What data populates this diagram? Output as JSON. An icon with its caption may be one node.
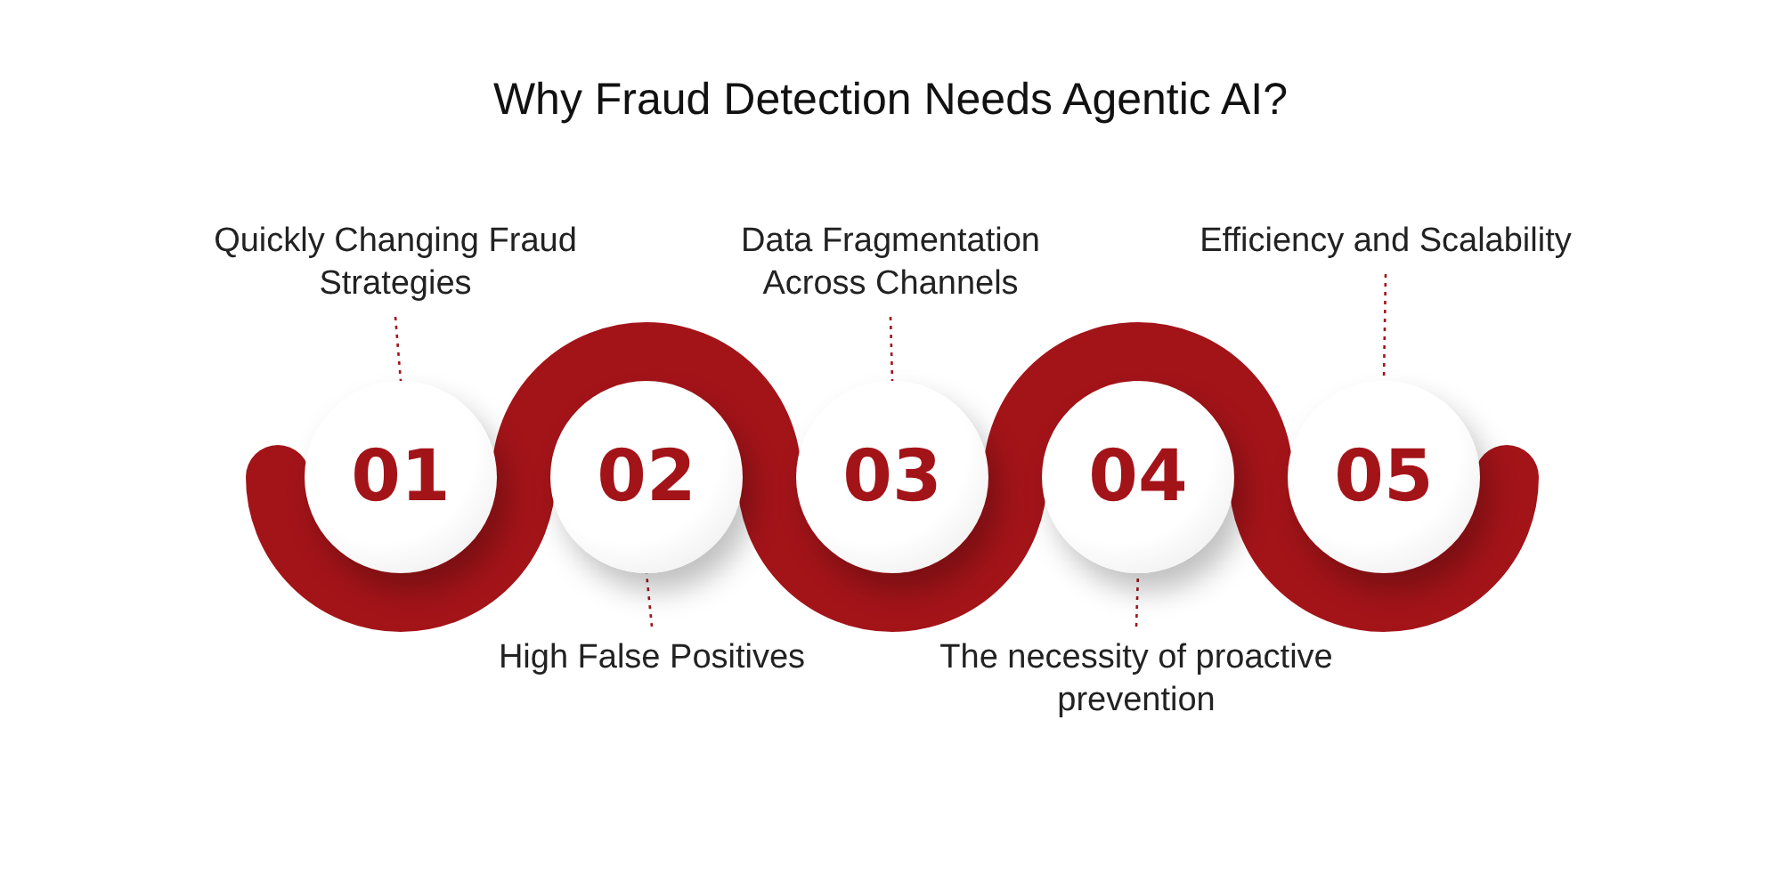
{
  "diagram": {
    "title": "Why Fraud Detection Needs Agentic AI?",
    "nodes": [
      {
        "text": [
          "01"
        ]
      },
      {
        "text": [
          "02"
        ]
      },
      {
        "text": [
          "03"
        ]
      },
      {
        "text": [
          "04"
        ]
      },
      {
        "text": [
          "05"
        ]
      },
      {
        "text": [
          "Quickly Changing Fraud Strategies"
        ]
      },
      {
        "text": [
          "High False Positives"
        ]
      },
      {
        "text": [
          "Data Fragmentation Across Channels"
        ]
      },
      {
        "text": [
          "The necessity of proactive prevention"
        ]
      },
      {
        "text": [
          "Efficiency and Scalability"
        ]
      }
    ],
    "edges": [
      {
        "from": 5,
        "to": 0,
        "arrow": "none",
        "style": "dashed"
      },
      {
        "from": 6,
        "to": 1,
        "arrow": "none",
        "style": "dashed"
      },
      {
        "from": 7,
        "to": 2,
        "arrow": "none",
        "style": "dashed"
      },
      {
        "from": 8,
        "to": 3,
        "arrow": "none",
        "style": "dashed"
      },
      {
        "from": 9,
        "to": 4,
        "arrow": "none",
        "style": "dashed"
      }
    ]
  }
}
